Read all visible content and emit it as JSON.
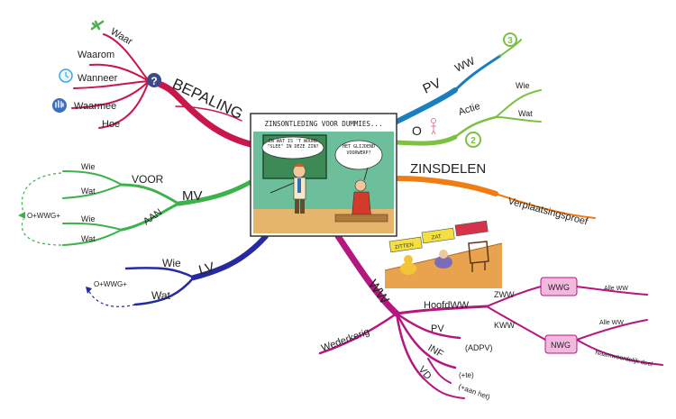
{
  "center": {
    "title": "ZINSONTLEDING VOOR DUMMIES...",
    "bubble_teacher": "EN WAT IS 'T WOORD \"SLEE\" IN DEZE ZIN?",
    "bubble_student": "HET GLIJDEND VOORWERP?"
  },
  "bepaling": {
    "label": "BEPALING",
    "icon": "question-icon",
    "items": [
      "Waar",
      "Waarom",
      "Wanneer",
      "Waarmee",
      "Hoe"
    ],
    "color": "#c8174a"
  },
  "mv": {
    "label": "MV",
    "color": "#3bb34a",
    "voor": {
      "label": "VOOR",
      "items": [
        "Wie",
        "Wat"
      ]
    },
    "aan": {
      "label": "AAN",
      "items": [
        "Wie",
        "Wat"
      ]
    },
    "note": "O+WWG+"
  },
  "lv": {
    "label": "LV",
    "color": "#262aa2",
    "items": [
      "Wie",
      "Wat"
    ],
    "note": "O+WWG+"
  },
  "pv": {
    "label": "PV",
    "color": "#1a7fc1",
    "sub": "WW",
    "number": "3"
  },
  "o": {
    "label": "O",
    "color": "#7dc043",
    "actie": "Actie",
    "items": [
      "Wie",
      "Wat"
    ],
    "number": "2"
  },
  "zinsdelen": {
    "label": "ZINSDELEN",
    "color": "#f07c14",
    "sub": "Verplaatsingsproef"
  },
  "ww": {
    "label": "WW",
    "color": "#b5177f",
    "hoofdww": "HoofdWW",
    "zww": "ZWW",
    "kww": "KWW",
    "wwg": "WWG",
    "nwg": "NWG",
    "alle_ww_1": "Alle WW",
    "alle_ww_2": "Alle WW",
    "naamwoordelijk": "Naamwoordelijk deel",
    "pv": "PV",
    "adpv": "(ADPV)",
    "inf": "INF",
    "te": "(+te)",
    "vd": "VD",
    "aan_het": "(+aan het)",
    "wederkerig": "Wederkerig",
    "sign_labels": [
      "ZITTEN",
      "ZAT",
      ""
    ]
  }
}
